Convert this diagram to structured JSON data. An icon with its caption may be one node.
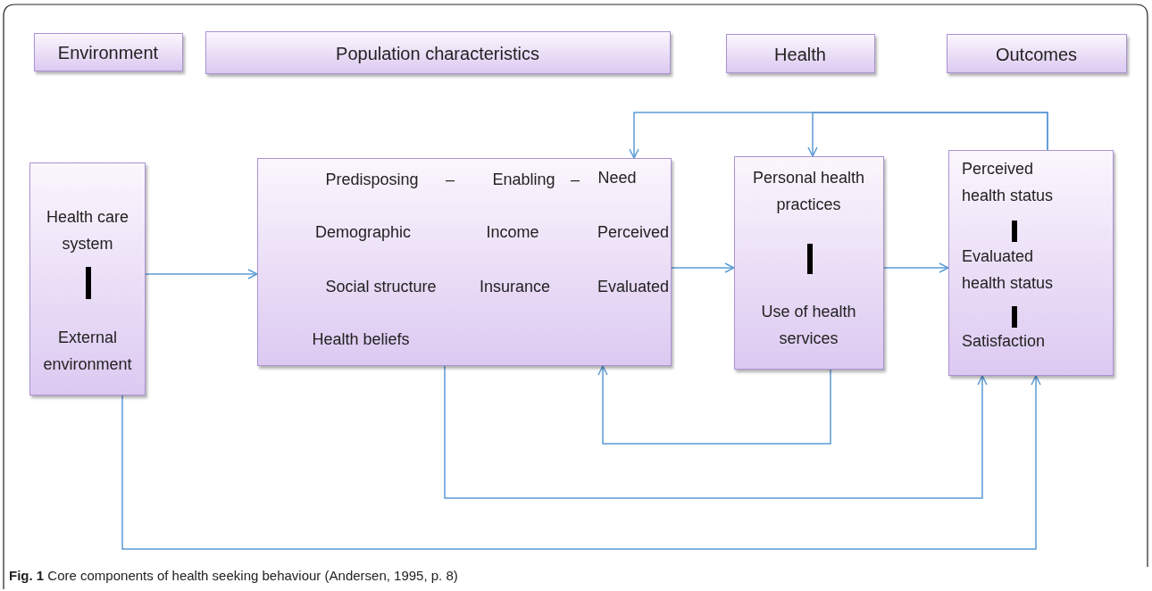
{
  "diagram": {
    "caption": "**Fig. 1** Core components of health seeking behaviour (Andersen, 1995, p. 8)",
    "nodes": [
      {
        "text": [
          "Environment"
        ]
      },
      {
        "text": [
          "Population characteristics"
        ]
      },
      {
        "text": [
          "Health"
        ]
      },
      {
        "text": [
          "Outcomes"
        ]
      },
      {
        "text": [
          "Health care system",
          "External environment"
        ]
      },
      {
        "text": [
          "Predisposing",
          "–",
          "Enabling",
          "–",
          "Need",
          "Demographic",
          "Income",
          "Perceived",
          "Social structure",
          "Insurance",
          "Evaluated",
          "Health beliefs"
        ]
      },
      {
        "text": [
          "Personal health practices",
          "Use of health services"
        ]
      },
      {
        "text": [
          "Perceived health status",
          "Evaluated health status",
          "Satisfaction"
        ]
      }
    ],
    "edges": [
      {
        "from": 4,
        "to": 5,
        "arrow": "to"
      },
      {
        "from": 5,
        "to": 6,
        "arrow": "to"
      },
      {
        "from": 6,
        "to": 7,
        "arrow": "to"
      },
      {
        "from": 7,
        "to": 5,
        "arrow": "to"
      },
      {
        "from": 7,
        "to": 6,
        "arrow": "to"
      },
      {
        "from": 6,
        "to": 5,
        "arrow": "to"
      },
      {
        "from": 5,
        "to": 7,
        "arrow": "to"
      },
      {
        "from": 4,
        "to": 7,
        "arrow": "to"
      }
    ]
  }
}
